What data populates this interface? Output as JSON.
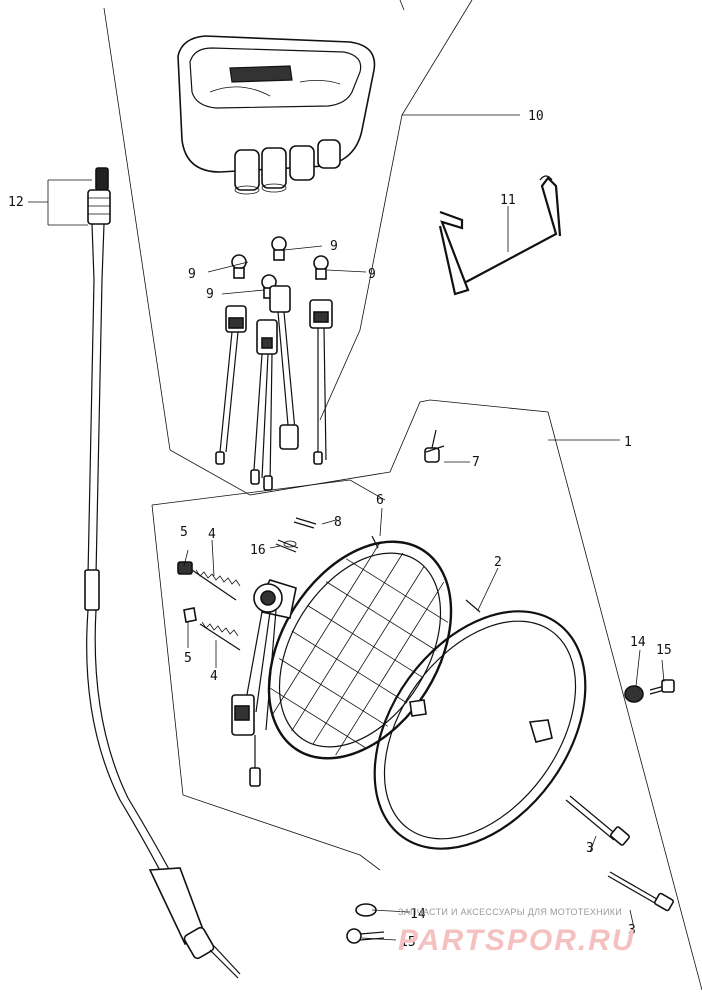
{
  "callouts": {
    "c1": "1",
    "c2": "2",
    "c3a": "3",
    "c3b": "3",
    "c4a": "4",
    "c4b": "4",
    "c5a": "5",
    "c5b": "5",
    "c6": "6",
    "c7": "7",
    "c8": "8",
    "c9a": "9",
    "c9b": "9",
    "c9c": "9",
    "c9d": "9",
    "c10": "10",
    "c11": "11",
    "c12": "12",
    "c14a": "14",
    "c14b": "14",
    "c15a": "15",
    "c15b": "15",
    "c16": "16"
  },
  "watermark": {
    "tagline": "ЗАПЧАСТИ И АКСЕССУАРЫ ДЛЯ МОТОТЕХНИКИ",
    "brand": "PARTSPOR.RU"
  },
  "colors": {
    "ink": "#111111",
    "watermark": "#f4c0c0"
  }
}
